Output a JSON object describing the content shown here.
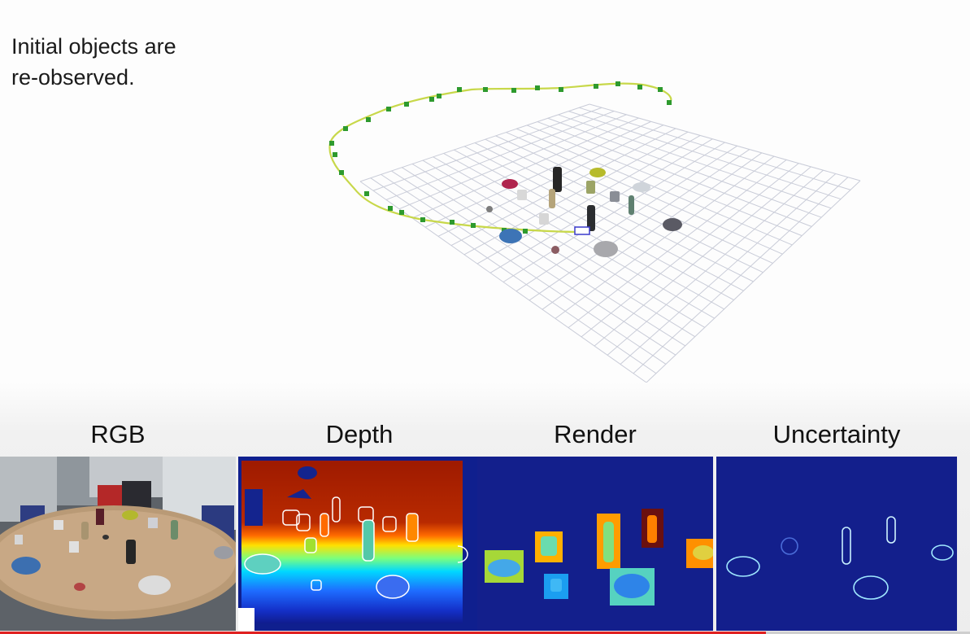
{
  "caption": {
    "line1": "Initial objects are",
    "line2": "re-observed."
  },
  "panels": [
    {
      "id": "rgb",
      "title": "RGB"
    },
    {
      "id": "depth",
      "title": "Depth"
    },
    {
      "id": "render",
      "title": "Render"
    },
    {
      "id": "uncertainty",
      "title": "Uncertainty"
    }
  ],
  "colors": {
    "trajectory": "#c8d84a",
    "camera_marker": "#2e9a2e",
    "grid": "#c9ccd8",
    "jet_dark_blue": "#0f1f8e",
    "progress": "#e02020"
  },
  "video_progress": 0.79
}
